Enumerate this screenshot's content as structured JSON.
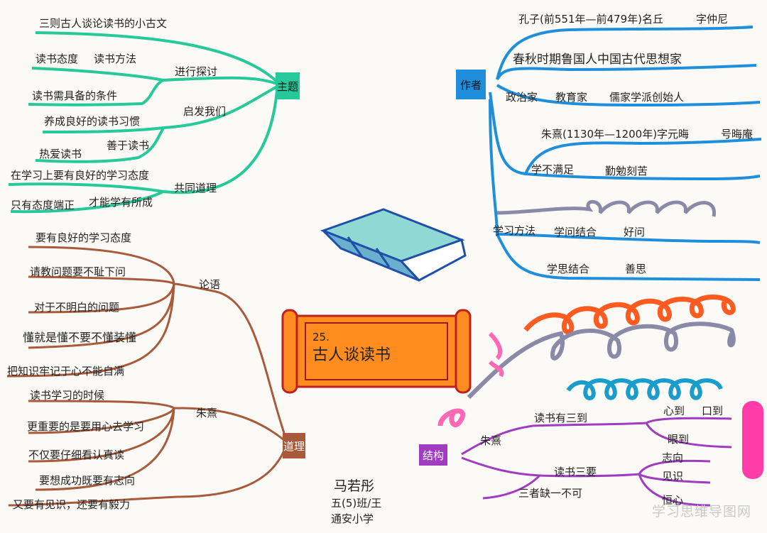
{
  "center": {
    "number": "25.",
    "title": "古人谈读书"
  },
  "author_block": {
    "name": "马若彤",
    "class": "五(5)班/王",
    "school": "通安小学"
  },
  "zhuti": {
    "label": "主题",
    "items": [
      "三则古人谈论读书的小古文",
      "读书态度",
      "读书方法",
      "进行探讨",
      "读书需具备的条件",
      "养成良好的读书习惯",
      "启发我们",
      "热爱读书",
      "善于读书",
      "在学习上要有良好的学习态度",
      "只有态度端正",
      "才能学有所成",
      "共同道理"
    ]
  },
  "zuozhe": {
    "label": "作者",
    "items": [
      "孔子(前551年—前479年)名丘",
      "字仲尼",
      "春秋时期鲁国人中国古代思想家",
      "政治家",
      "教育家",
      "儒家学派创始人",
      "朱熹(1130年—1200年)字元晦",
      "号晦庵",
      "学不满足",
      "勤勉刻苦",
      "学习方法",
      "学问结合",
      "好问",
      "学思结合",
      "善思"
    ]
  },
  "daoli": {
    "label": "道理",
    "items": [
      "要有良好的学习态度",
      "请教问题要不耻下问",
      "论语",
      "对于不明白的问题",
      "懂就是懂不要不懂装懂",
      "把知识牢记于心不能自满",
      "读书学习的时候",
      "朱熹",
      "更重要的是要用心去学习",
      "不仅要仔细看认真读",
      "要想成功既要有志向",
      "又要有见识，还要有毅力"
    ]
  },
  "jiegou": {
    "label": "结构",
    "items": [
      "朱熹",
      "读书有三到",
      "心到",
      "口到",
      "眼到",
      "读书三要",
      "志向",
      "见识",
      "恒心",
      "三者缺一不可"
    ]
  },
  "watermark": "学习思维导图网",
  "colors": {
    "green": "#27c99a",
    "blue": "#1f8fdc",
    "brown": "#a85a3a",
    "purple": "#a03cc0",
    "scroll": "#ff8c1f"
  }
}
